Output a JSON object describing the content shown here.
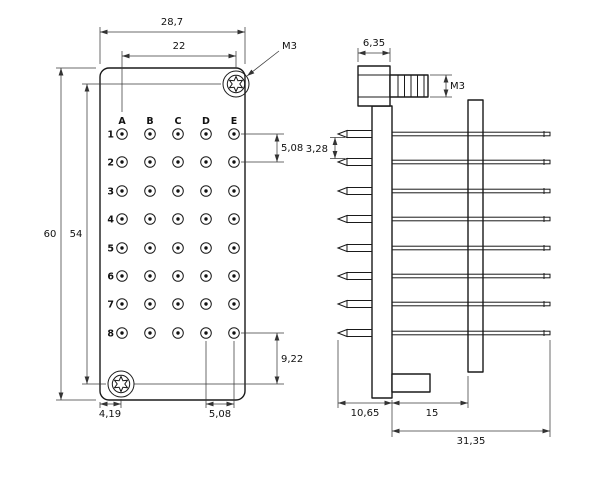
{
  "drawing_title": "connector-technical-drawing",
  "front": {
    "columns": [
      "A",
      "B",
      "C",
      "D",
      "E"
    ],
    "rows": [
      "1",
      "2",
      "3",
      "4",
      "5",
      "6",
      "7",
      "8"
    ],
    "dims": {
      "overall_width": "28,7",
      "pin_to_screw_width": "22",
      "screw_label": "M3",
      "overall_height": "60",
      "screw_span_height": "54",
      "row_pitch": "5,08",
      "row8_to_screw": "9,22",
      "edge_to_screw": "4,19",
      "col_pitch": "5,08"
    }
  },
  "side": {
    "dims": {
      "head_width": "6,35",
      "stud_thread": "M3",
      "pin_gap": "3,28",
      "body_depth": "10,65",
      "board_offset": "15",
      "overall_depth": "31,35"
    }
  }
}
